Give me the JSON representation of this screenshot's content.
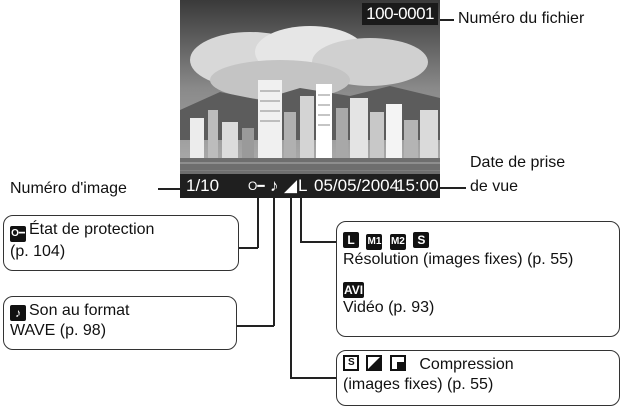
{
  "screen": {
    "file_number": "100-0001",
    "image_number": "1/10",
    "protect_icon": "key-icon",
    "sound_icon": "♪",
    "compression_icon": "◢",
    "resolution_label": "L",
    "date": "05/05/2004",
    "time": "15:00"
  },
  "labels": {
    "file_number": "Numéro du fichier",
    "shooting_date_line1": "Date de prise",
    "shooting_date_line2": "de vue",
    "image_number": "Numéro d'image"
  },
  "callouts": {
    "protection": {
      "text_line1": "État de protection",
      "text_line2": "(p. 104)"
    },
    "sound": {
      "text_line1": "Son au format",
      "text_line2": "WAVE (p. 98)"
    },
    "resolution": {
      "icons": [
        "L",
        "M1",
        "M2",
        "S"
      ],
      "text": "Résolution (images fixes) (p. 55)",
      "video_icon": "AVI",
      "video_text": "Vidéo (p. 93)"
    },
    "compression": {
      "text_line1": "Compression",
      "text_line2": "(images fixes) (p. 55)"
    }
  }
}
